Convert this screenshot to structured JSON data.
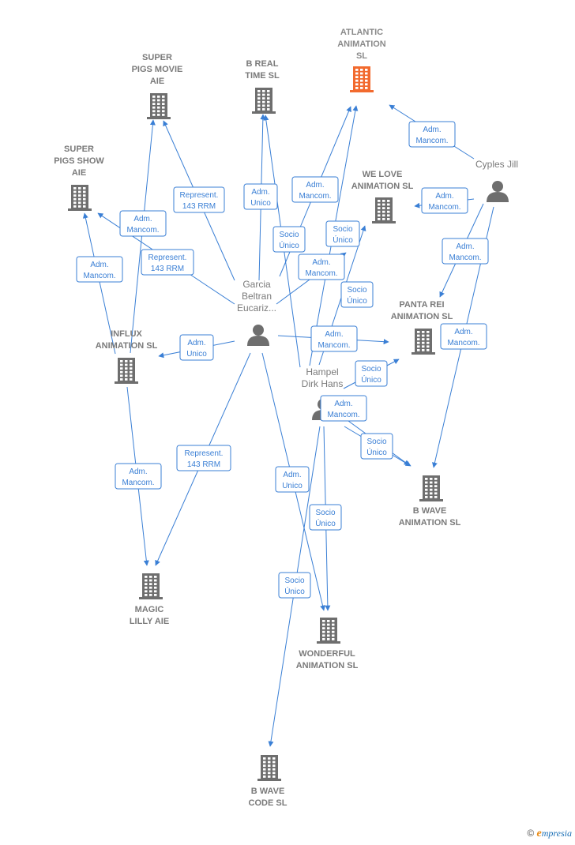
{
  "nodes": [
    {
      "id": "atlantic",
      "type": "company",
      "main": true,
      "lines": [
        "ATLANTIC",
        "ANIMATION",
        "SL"
      ]
    },
    {
      "id": "breal",
      "type": "company",
      "lines": [
        "B REAL",
        "TIME  SL"
      ]
    },
    {
      "id": "superpigsmovie",
      "type": "company",
      "lines": [
        "SUPER",
        "PIGS MOVIE",
        "AIE"
      ]
    },
    {
      "id": "superpigsshow",
      "type": "company",
      "lines": [
        "SUPER",
        "PIGS SHOW",
        "AIE"
      ]
    },
    {
      "id": "welove",
      "type": "company",
      "lines": [
        "WE LOVE",
        "ANIMATION  SL"
      ]
    },
    {
      "id": "pantarei",
      "type": "company",
      "lines": [
        "PANTA REI",
        "ANIMATION  SL"
      ]
    },
    {
      "id": "influx",
      "type": "company",
      "lines": [
        "INFLUX",
        "ANIMATION  SL"
      ]
    },
    {
      "id": "bwaveanim",
      "type": "company",
      "lines": [
        "B WAVE",
        "ANIMATION  SL"
      ]
    },
    {
      "id": "magiclilly",
      "type": "company",
      "lines": [
        "MAGIC",
        "LILLY  AIE"
      ]
    },
    {
      "id": "wonderful",
      "type": "company",
      "lines": [
        "WONDERFUL",
        "ANIMATION  SL"
      ]
    },
    {
      "id": "bwavecode",
      "type": "company",
      "lines": [
        "B WAVE",
        "CODE  SL"
      ]
    },
    {
      "id": "garcia",
      "type": "person",
      "lines": [
        "Garcia",
        "Beltran",
        "Eucariz..."
      ]
    },
    {
      "id": "hampel",
      "type": "person",
      "lines": [
        "Hampel",
        "Dirk Hans"
      ]
    },
    {
      "id": "cyples",
      "type": "person",
      "lines": [
        "Cyples Jill"
      ]
    }
  ],
  "edges": [
    {
      "from": "cyples",
      "to": "atlantic",
      "label": [
        "Adm.",
        "Mancom."
      ]
    },
    {
      "from": "cyples",
      "to": "welove",
      "label": [
        "Adm.",
        "Mancom."
      ]
    },
    {
      "from": "cyples",
      "to": "pantarei",
      "label": [
        "Adm.",
        "Mancom."
      ]
    },
    {
      "from": "cyples",
      "to": "bwaveanim",
      "label": [
        "Adm.",
        "Mancom."
      ]
    },
    {
      "from": "garcia",
      "to": "breal",
      "label": [
        "Adm.",
        "Unico"
      ]
    },
    {
      "from": "garcia",
      "to": "atlantic",
      "label": [
        "Adm.",
        "Mancom."
      ]
    },
    {
      "from": "garcia",
      "to": "superpigsmovie",
      "label": [
        "Represent.",
        "143 RRM"
      ]
    },
    {
      "from": "garcia",
      "to": "superpigsshow",
      "label": [
        "Represent.",
        "143 RRM"
      ]
    },
    {
      "from": "garcia",
      "to": "influx",
      "label": [
        "Adm.",
        "Unico"
      ]
    },
    {
      "from": "garcia",
      "to": "welove",
      "label": [
        "Adm.",
        "Mancom."
      ]
    },
    {
      "from": "garcia",
      "to": "pantarei",
      "label": [
        "Adm.",
        "Mancom."
      ]
    },
    {
      "from": "garcia",
      "to": "magiclilly",
      "label": [
        "Represent.",
        "143 RRM"
      ]
    },
    {
      "from": "garcia",
      "to": "wonderful",
      "label": [
        "Adm.",
        "Unico"
      ]
    },
    {
      "from": "hampel",
      "to": "breal",
      "label": [
        "Socio",
        "Único"
      ]
    },
    {
      "from": "hampel",
      "to": "atlantic",
      "label": [
        "Socio",
        "Único"
      ]
    },
    {
      "from": "hampel",
      "to": "welove",
      "label": [
        "Socio",
        "Único"
      ]
    },
    {
      "from": "hampel",
      "to": "pantarei",
      "label": [
        "Socio",
        "Único"
      ]
    },
    {
      "from": "hampel",
      "to": "bwaveanim",
      "label": [
        "Socio",
        "Único"
      ]
    },
    {
      "from": "hampel",
      "to": "bwaveanim",
      "label": [
        "Adm.",
        "Mancom."
      ]
    },
    {
      "from": "hampel",
      "to": "wonderful",
      "label": [
        "Socio",
        "Único"
      ]
    },
    {
      "from": "hampel",
      "to": "bwavecode",
      "label": [
        "Socio",
        "Único"
      ]
    },
    {
      "from": "influx",
      "to": "superpigsmovie",
      "label": [
        "Adm.",
        "Mancom."
      ]
    },
    {
      "from": "influx",
      "to": "superpigsshow",
      "label": [
        "Adm.",
        "Mancom."
      ]
    },
    {
      "from": "influx",
      "to": "magiclilly",
      "label": [
        "Adm.",
        "Mancom."
      ]
    }
  ],
  "colors": {
    "edge": "#3a7fd5",
    "company": "#6e6e6e",
    "main_company": "#f26a2e",
    "person": "#6e6e6e"
  },
  "footer": {
    "copyright": "©",
    "brand_initial": "e",
    "brand_rest": "mpresia"
  }
}
